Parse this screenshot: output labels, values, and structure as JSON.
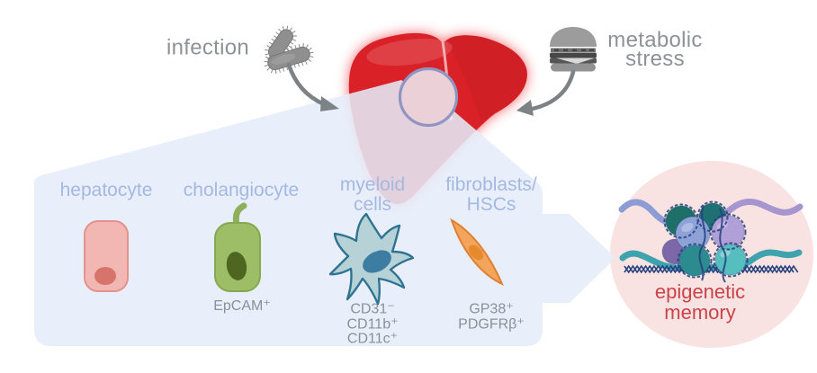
{
  "stressors": {
    "infection_label": "infection",
    "metabolic_line1": "metabolic",
    "metabolic_line2": "stress"
  },
  "icons": {
    "infection_icon": "bacteria-icon",
    "metabolic_icon": "hamburger-icon",
    "organ": "liver-illustration",
    "zoom_lens": "magnifier-circle",
    "outcome_icon": "nucleosome-illustration"
  },
  "cells": [
    {
      "label": "hepatocyte"
    },
    {
      "label": "cholangiocyte",
      "marker1": "EpCAM⁺"
    },
    {
      "label_line1": "myeloid",
      "label_line2": "cells",
      "marker1": "CD31⁻",
      "marker2": "CD11b⁺",
      "marker3": "CD11c⁺"
    },
    {
      "label_line1": "fibroblasts/",
      "label_line2": "HSCs",
      "marker1": "GP38⁺",
      "marker2": "PDGFRβ⁺"
    }
  ],
  "outcome": {
    "line1": "epigenetic",
    "line2": "memory"
  },
  "palette": {
    "panel_blue": "#e6eef9",
    "cell_label_blue": "#a4b8e1",
    "marker_gray": "#8c9095",
    "stressor_gray": "#8e9296",
    "liver_red": "#da2127",
    "memory_text_red": "#c94349",
    "memory_circle_pink": "#f8e3e2",
    "hepatocyte_pink": "#f2b7b2",
    "cholangiocyte_green": "#9dbd66",
    "myeloid_teal": "#b7d2d6",
    "fibroblast_orange": "#f4a55c"
  }
}
